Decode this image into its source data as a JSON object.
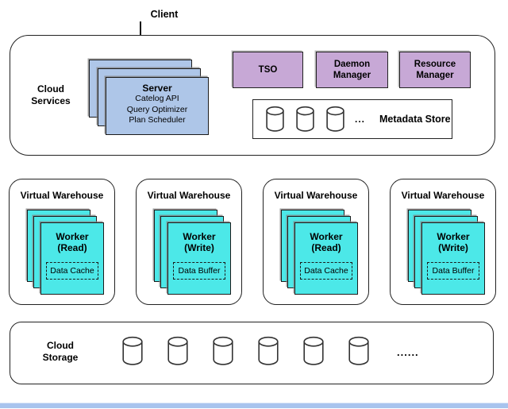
{
  "client": {
    "label": "Client"
  },
  "cloud_services": {
    "label": "Cloud Services",
    "server": {
      "title": "Server",
      "items": [
        "Catelog API",
        "Query Optimizer",
        "Plan Scheduler"
      ]
    },
    "boxes": [
      {
        "label": "TSO"
      },
      {
        "label": "Daemon Manager"
      },
      {
        "label": "Resource Manager"
      }
    ],
    "metadata_store": {
      "label": "Metadata Store",
      "ellipsis": "...",
      "cylinder_count": 3
    }
  },
  "warehouses": [
    {
      "title": "Virtual Warehouse",
      "worker_title": "Worker",
      "worker_mode": "(Read)",
      "cache_label": "Data Cache"
    },
    {
      "title": "Virtual Warehouse",
      "worker_title": "Worker",
      "worker_mode": "(Write)",
      "cache_label": "Data Buffer"
    },
    {
      "title": "Virtual Warehouse",
      "worker_title": "Worker",
      "worker_mode": "(Read)",
      "cache_label": "Data Cache"
    },
    {
      "title": "Virtual Warehouse",
      "worker_title": "Worker",
      "worker_mode": "(Write)",
      "cache_label": "Data Buffer"
    }
  ],
  "cloud_storage": {
    "label": "Cloud Storage",
    "ellipsis": "......",
    "cylinder_count": 6
  },
  "colors": {
    "server_fill": "#aec6e8",
    "service_fill": "#c7a8d6",
    "worker_fill": "#4ce8e8",
    "bottom_bar": "#a8c4ee",
    "border": "#222222"
  }
}
